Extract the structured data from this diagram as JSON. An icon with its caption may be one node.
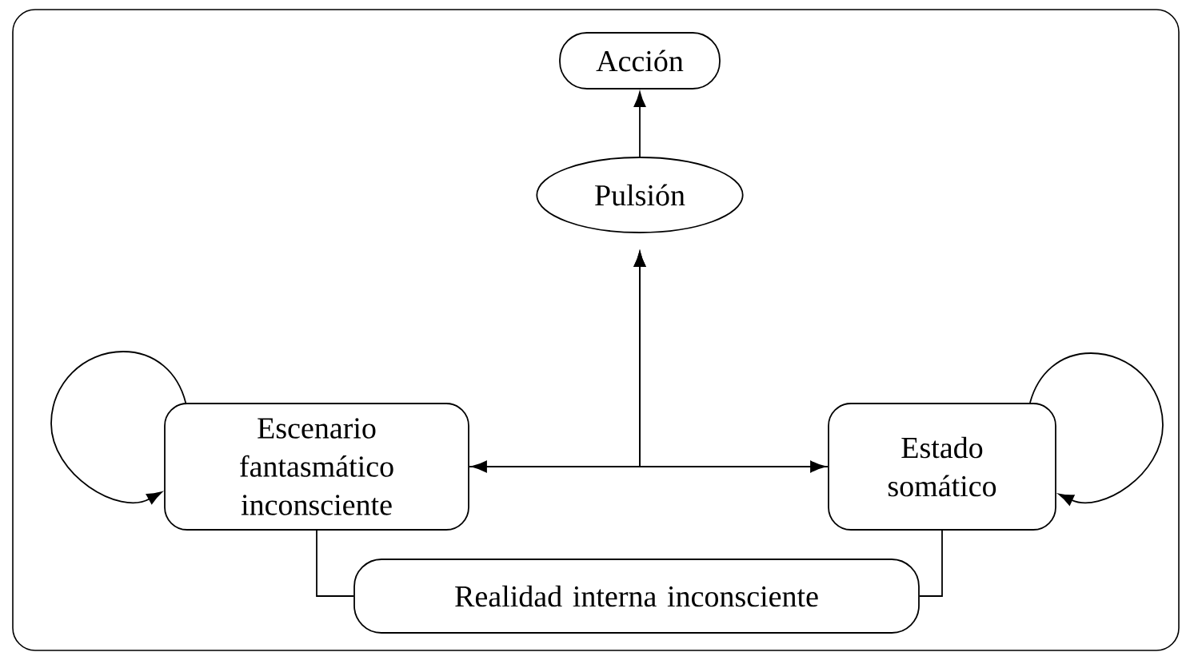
{
  "diagram": {
    "nodes": [
      {
        "text": [
          "Acción"
        ]
      },
      {
        "text": [
          "Pulsión"
        ]
      },
      {
        "text": [
          "Escenario fantasmático inconsciente"
        ]
      },
      {
        "text": [
          "Estado somático"
        ]
      },
      {
        "text": [
          "Realidad interna inconsciente"
        ]
      }
    ],
    "edges": [
      {
        "from": 1,
        "to": 0,
        "arrow": "to"
      },
      {
        "from": 2,
        "to": 3,
        "arrow": "both"
      },
      {
        "from": 2,
        "to": 1,
        "arrow": "to"
      },
      {
        "from": 3,
        "to": 1,
        "arrow": "to"
      },
      {
        "from": 2,
        "to": 2,
        "arrow": "to"
      },
      {
        "from": 3,
        "to": 3,
        "arrow": "to"
      },
      {
        "from": 2,
        "to": 4,
        "arrow": "none"
      },
      {
        "from": 3,
        "to": 4,
        "arrow": "none"
      }
    ]
  }
}
